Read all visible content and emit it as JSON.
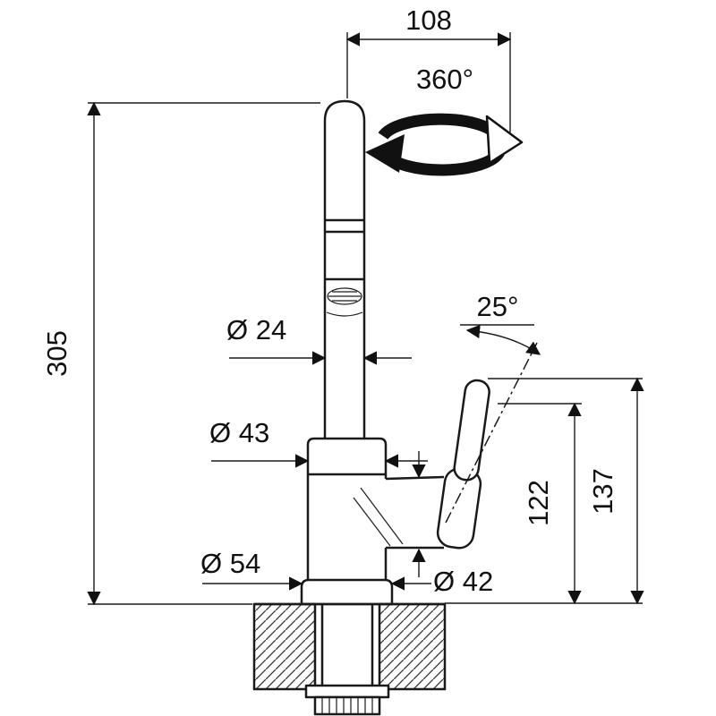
{
  "drawing": {
    "type": "technical-dimension-drawing",
    "subject": "single-lever kitchen faucet, side elevation with mounting section",
    "background": "#ffffff",
    "line_color": "#1a1a1a",
    "labels": {
      "top_width": "108",
      "rotation": "360°",
      "height": "305",
      "spout_diameter": "Ø 24",
      "body_diameter": "Ø 43",
      "base_diameter": "Ø 54",
      "handle_angle": "25°",
      "handle_height": "122",
      "outlet_height": "137",
      "valve_diameter": "Ø 42"
    }
  }
}
